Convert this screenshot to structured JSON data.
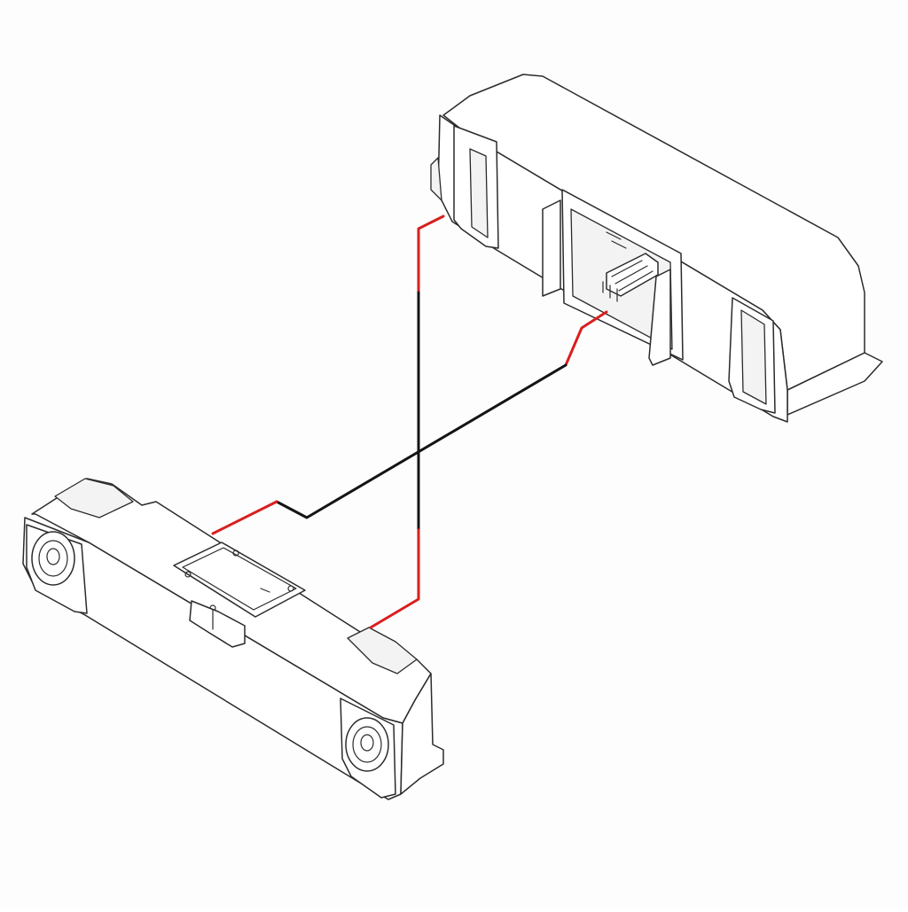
{
  "diagram": {
    "colors": {
      "background": "#fdfdfd",
      "outline": "#2a2a2a",
      "wire_positive": "#d91e1e",
      "wire_negative": "#141414"
    },
    "components": [
      {
        "name": "amplifier",
        "icon": "amplifier-unit"
      },
      {
        "name": "subwoofer-enclosure",
        "icon": "dual-speaker-enclosure"
      }
    ],
    "connections": [
      {
        "from": "amplifier",
        "to": "subwoofer-enclosure",
        "wire_color": "red-black"
      },
      {
        "from": "amplifier",
        "to": "subwoofer-enclosure",
        "wire_color": "black-red"
      }
    ]
  }
}
